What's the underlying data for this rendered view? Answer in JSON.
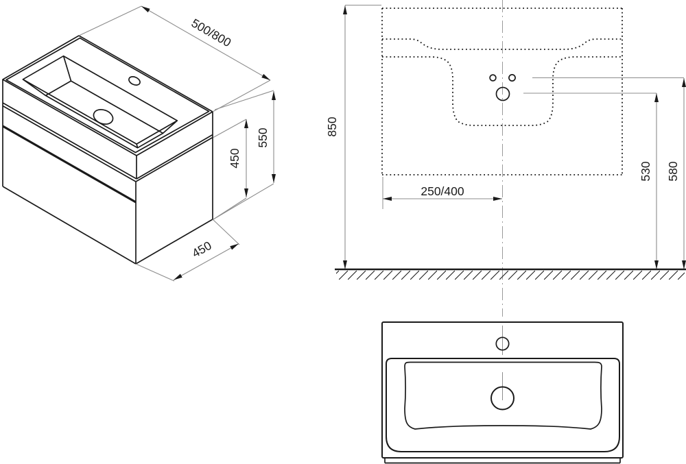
{
  "drawing": {
    "background": "#ffffff",
    "line_color": "#1a1a1a",
    "dim_line_color": "#8c8c8c",
    "centerline_color": "#9a9a9a",
    "isometric": {
      "width_label": "500/800",
      "total_height_label": "550",
      "cabinet_height_label": "450",
      "depth_label": "450"
    },
    "front_elevation": {
      "mounting_height_label": "850",
      "center_offset_label": "250/400",
      "drain_height_label": "530",
      "faucet_height_label": "580"
    }
  }
}
